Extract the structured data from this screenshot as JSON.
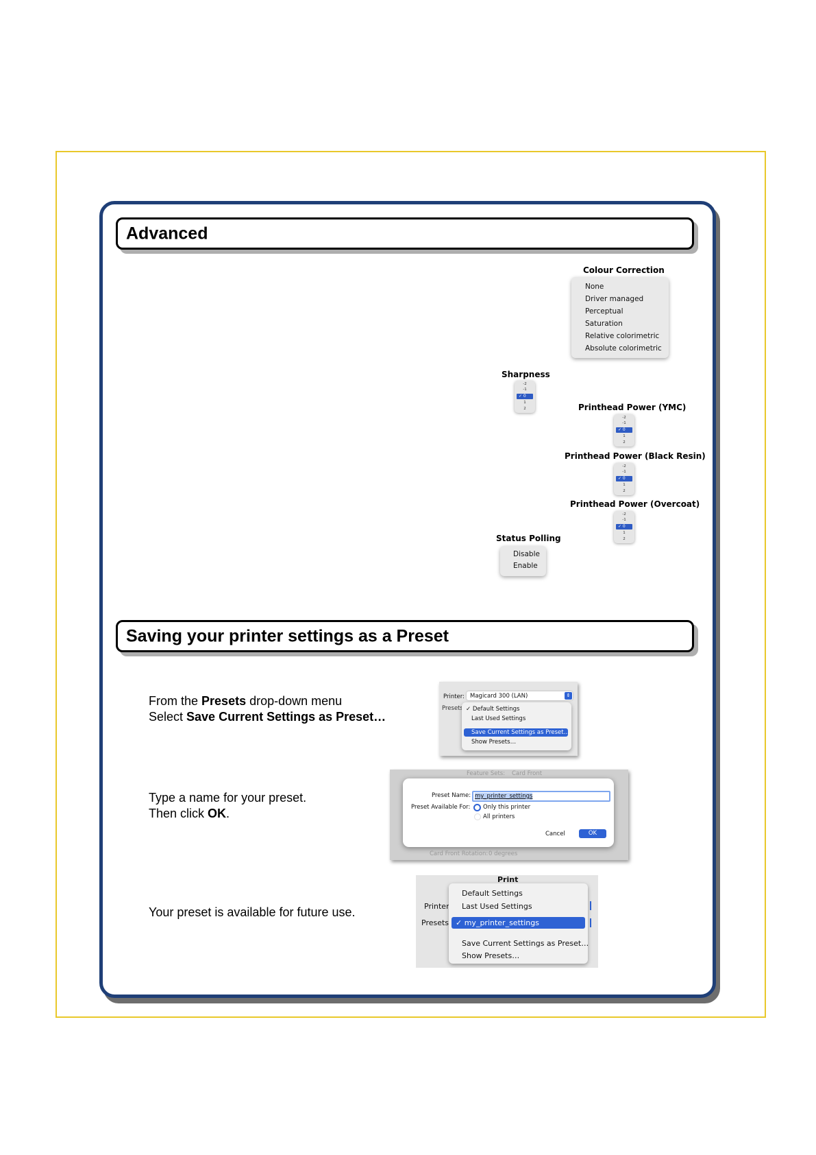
{
  "sections": {
    "advanced": {
      "title": "Advanced"
    },
    "preset": {
      "title": "Saving your printer settings as a Preset"
    }
  },
  "advanced": {
    "colour_correction": {
      "label": "Colour Correction",
      "options": [
        "None",
        "Driver managed",
        "Perceptual",
        "Saturation",
        "Relative colorimetric",
        "Absolute colorimetric"
      ]
    },
    "sharpness": {
      "label": "Sharpness"
    },
    "printhead_ymc": {
      "label": "Printhead Power (YMC)"
    },
    "printhead_black": {
      "label": "Printhead Power (Black Resin)"
    },
    "printhead_overcoat": {
      "label": "Printhead Power (Overcoat)"
    },
    "stepper_values": {
      "m2": "-2",
      "m1": "-1",
      "selected": "✓ 0",
      "p1": "1",
      "p2": "2"
    },
    "status_polling": {
      "label": "Status Polling",
      "options": [
        "Disable",
        "Enable"
      ]
    }
  },
  "steps": {
    "step1": {
      "line1_pre": "From the ",
      "line1_bold": "Presets",
      "line1_post": " drop-down menu",
      "line2_pre": "Select ",
      "line2_bold": "Save Current Settings as Preset…"
    },
    "step2": {
      "line1": "Type a name for your preset.",
      "line2_pre": "Then click ",
      "line2_bold": "OK",
      "line2_post": "."
    },
    "step3": {
      "line1": "Your preset is available for future use."
    }
  },
  "shot1": {
    "printer_label": "Printer:",
    "printer_value": "Magicard 300 (LAN)",
    "presets_label": "Presets",
    "items": [
      "✓ Default Settings",
      "Last Used Settings"
    ],
    "selected_item": "Save Current Settings as Preset…",
    "last_item": "Show Presets…"
  },
  "shot2": {
    "feature_sets": "Feature Sets:",
    "feature_value": "Card Front",
    "preset_name_label": "Preset Name:",
    "preset_name_value": "my_printer_settings",
    "available_label": "Preset Available For:",
    "radio1": "Only this printer",
    "radio2": "All printers",
    "cancel": "Cancel",
    "ok": "OK",
    "rotation_label": "Card Front Rotation:",
    "rotation_value": "0 degrees"
  },
  "shot3": {
    "title": "Print",
    "printer_label": "Printer",
    "presets_label": "Presets",
    "items": [
      "Default Settings",
      "Last Used Settings"
    ],
    "selected_item": "✓ my_printer_settings",
    "bottom_items": [
      "Save Current Settings as Preset…",
      "Show Presets…"
    ]
  }
}
